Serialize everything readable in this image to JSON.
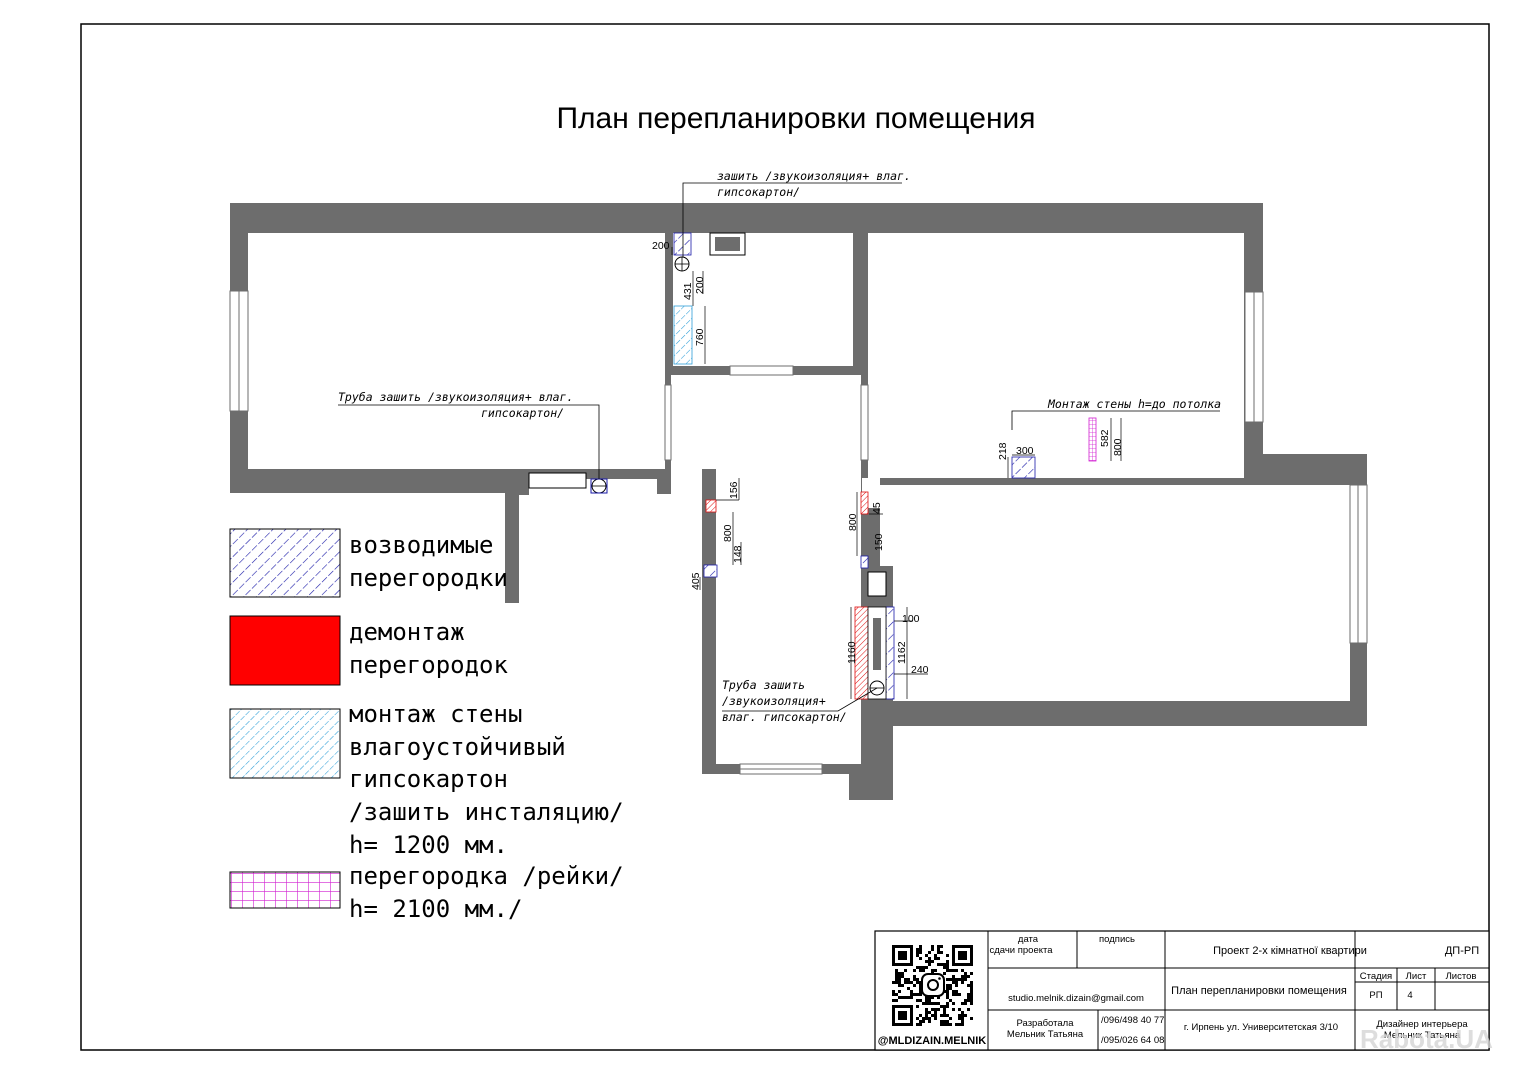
{
  "title": "План перепланировки помещения",
  "notes": {
    "top_line1": "зашить /звукоизоляция+ влаг.",
    "top_line2": "гипсокартон/",
    "left_line1": "Труба зашить /звукоизоляция+ влаг.",
    "left_line2": "гипсокартон/",
    "right": "Монтаж стены h=до потолка",
    "bottom_line1": "Труба зашить",
    "bottom_line2": "/звукоизоляция+",
    "bottom_line3": "влаг. гипсокартон/"
  },
  "dimensions": {
    "d200a": "200",
    "d431": "431",
    "d200b": "200",
    "d760": "760",
    "d156": "156",
    "d800a": "800",
    "d148": "148",
    "d405": "405",
    "d800b": "800",
    "d45": "45",
    "d150": "150",
    "d100": "100",
    "d1160": "1160",
    "d1162": "1162",
    "d240": "240",
    "d218": "218",
    "d300": "300",
    "d582": "582",
    "d800c": "800"
  },
  "legend": {
    "item1_line1": "возводимые",
    "item1_line2": "перегородки",
    "item2_line1": "демонтаж",
    "item2_line2": "перегородок",
    "item3_line1": "монтаж стены",
    "item3_line2": "влагоустойчивый",
    "item3_line3": "гипсокартон",
    "item3_line4": "/зашить инсталяцию/",
    "item3_line5": "h= 1200 мм.",
    "item4_line1": "перегородка /рейки/",
    "item4_line2": "h= 2100 мм./",
    "colors": {
      "erected": "#1a1aa8",
      "demolition": "#ff0000",
      "drywall": "#2f9fd8",
      "slats": "#d21fd2"
    }
  },
  "stamp": {
    "date_label_line1": "дата",
    "date_label_line2": "сдачи проекта",
    "signature_label": "подпись",
    "project": "Проект 2-х кімнатної квартири",
    "code": "ДП-РП",
    "stage_header": "Стадия",
    "sheet_header": "Лист",
    "sheets_header": "Листов",
    "stage_value": "РП",
    "sheet_value": "4",
    "email": "studio.melnik.dizain@gmail.com",
    "sheet_title": "План перепланировки помещения",
    "developed_line1": "Разработала",
    "developed_line2": "Мельник Татьяна",
    "phone1": "/096/498 40 77",
    "phone2": "/095/026 64 08",
    "address": "г. Ирпень ул. Университетская 3/10",
    "designer_line1": "Дизайнер интерьера",
    "designer_line2": "Мельник Татьяна",
    "instagram": "@MLDIZAIN.MELNIK",
    "watermark": "Rabota.UA"
  }
}
